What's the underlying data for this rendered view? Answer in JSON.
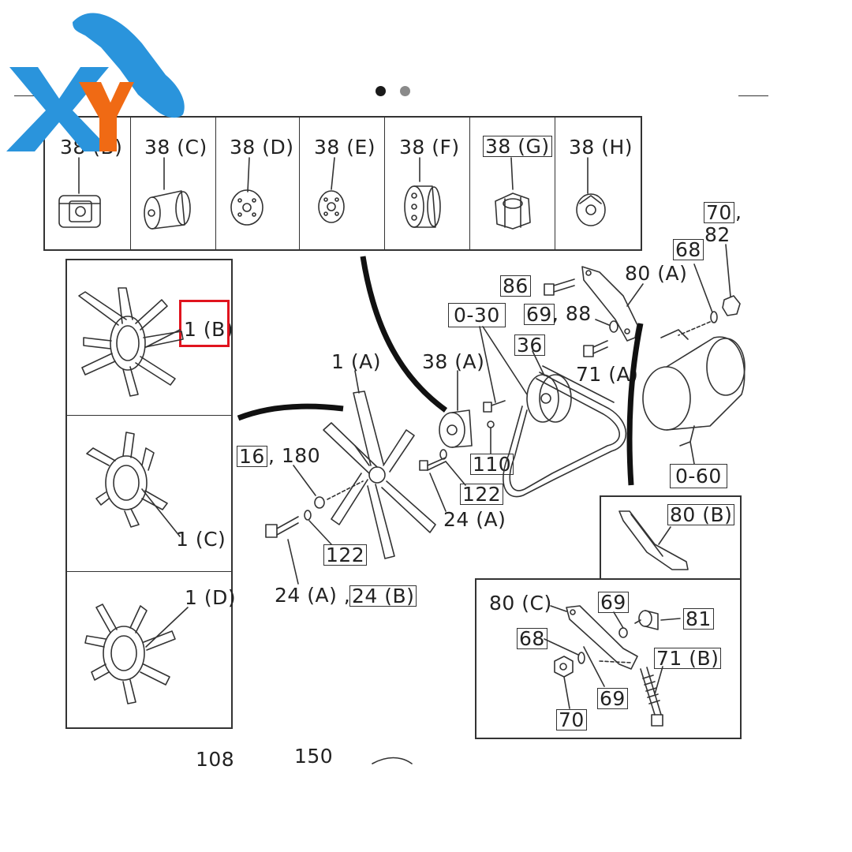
{
  "brand": {
    "logo_text": "XY",
    "colors": {
      "blue": "#2a94dc",
      "orange": "#f06a14"
    }
  },
  "carousel": {
    "pages": 2,
    "active": 1,
    "active_color": "#1a1a1a",
    "inactive_color": "#8a8a8a"
  },
  "highlight_color": "#e0141e",
  "top_row": {
    "labels": [
      "38 (B)",
      "38 (C)",
      "38 (D)",
      "38 (E)",
      "38 (F)",
      "38 (G)",
      "38 (H)"
    ]
  },
  "fan_panel": {
    "labels": {
      "b": "1 (B)",
      "c": "1 (C)",
      "d": "1 (D)"
    }
  },
  "main": {
    "labels": {
      "l_1a": "1 (A)",
      "l_38a": "38 (A)",
      "l_036": "0-30",
      "l_36": "36",
      "l_86": "86",
      "l_69_88_a": "69",
      "l_69_88_b": ", 88",
      "l_80a": "80 (A)",
      "l_68": "68",
      "l_70_82_a": "70",
      "l_70_82_b": ",",
      "l_82": "82",
      "l_71a": "71 (A)",
      "l_110": "110",
      "l_16": "16",
      "l_180": ", 180",
      "l_122a": "122",
      "l_24a_right": "24 (A)",
      "l_122b": "122",
      "l_24a_bottom": "24 (A) ,",
      "l_24b": "24 (B)",
      "l_060": "0-60",
      "l_bottom_108": "108",
      "l_bottom_150": "150"
    }
  },
  "bracket_b": {
    "label": "80 (B)"
  },
  "bracket_c": {
    "labels": {
      "l_80c": "80 (C)",
      "l_69a": "69",
      "l_81": "81",
      "l_68": "68",
      "l_71b": "71 (B)",
      "l_69b": "69",
      "l_70": "70"
    }
  }
}
